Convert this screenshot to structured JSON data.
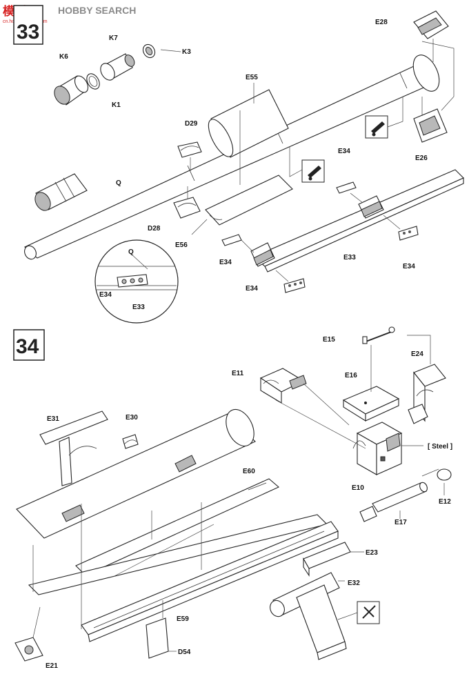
{
  "watermark": {
    "brand_cjk": "模型",
    "brand_text": "HOBBY SEARCH",
    "url": "cn.hobbysearch.com",
    "colors": {
      "red": "#d62020",
      "gray": "#8a8a8a"
    }
  },
  "steps": [
    {
      "number": "33"
    },
    {
      "number": "34"
    }
  ],
  "step33": {
    "labels": {
      "k6": "K6",
      "k7": "K7",
      "k3": "K3",
      "k1": "K1",
      "e28": "E28",
      "e26": "E26",
      "e55": "E55",
      "d29": "D29",
      "d28": "D28",
      "e56": "E56",
      "q": "Q",
      "e34_top": "E34",
      "e34_left": "E34",
      "e34_bottom": "E34",
      "e34_right": "E34",
      "e33": "E33",
      "q_detail": "Q",
      "e34_detail": "E34",
      "e33_detail": "E33"
    },
    "icons": [
      "glue-icon",
      "glue-icon"
    ]
  },
  "step34": {
    "labels": {
      "e15": "E15",
      "e24": "E24",
      "e11": "E11",
      "e16": "E16",
      "steel": "[ Steel ]",
      "e10": "E10",
      "e12": "E12",
      "e17": "E17",
      "e31": "E31",
      "e30": "E30",
      "e60": "E60",
      "e23": "E23",
      "e32": "E32",
      "e59": "E59",
      "d54": "D54",
      "e21": "E21"
    },
    "icons": [
      "cutter-icon"
    ]
  }
}
